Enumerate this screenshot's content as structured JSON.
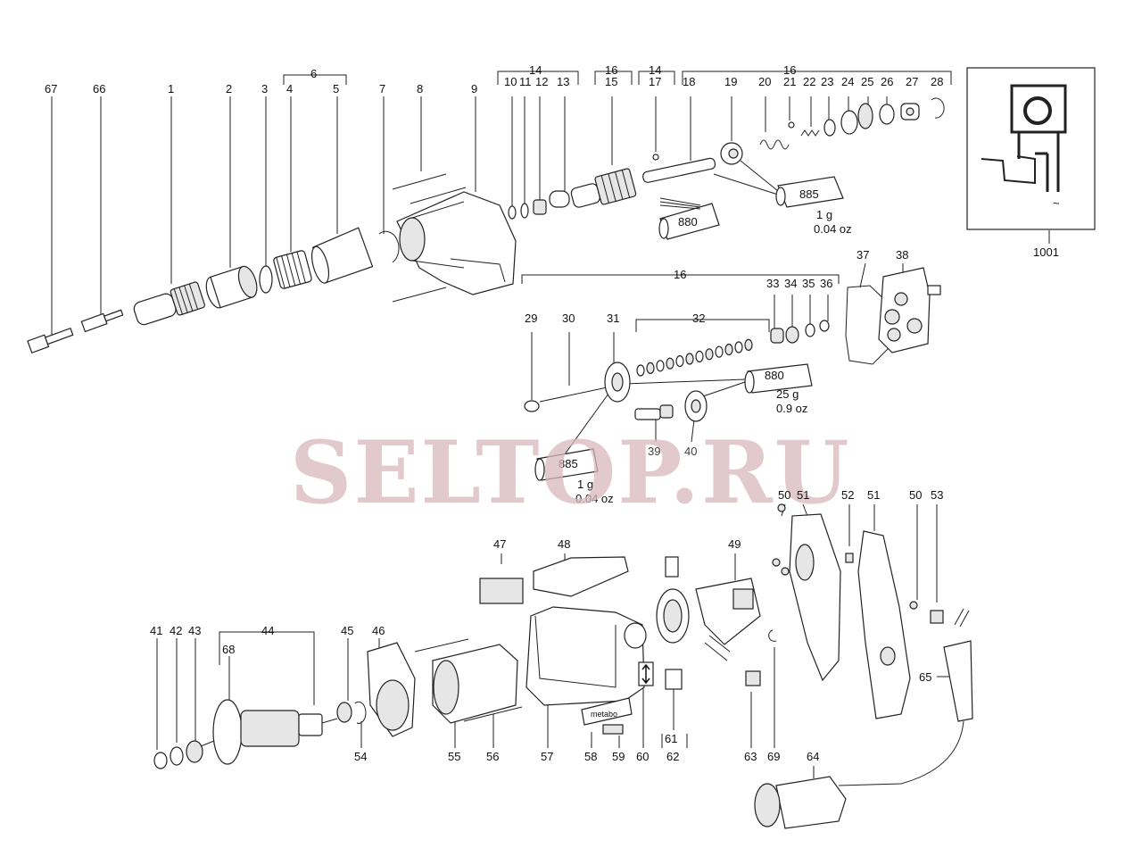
{
  "labels": [
    {
      "id": "67",
      "t": "67"
    },
    {
      "id": "66",
      "t": "66"
    },
    {
      "id": "1",
      "t": "1"
    },
    {
      "id": "2",
      "t": "2"
    },
    {
      "id": "3",
      "t": "3"
    },
    {
      "id": "6",
      "t": "6"
    },
    {
      "id": "4",
      "t": "4"
    },
    {
      "id": "5",
      "t": "5"
    },
    {
      "id": "7",
      "t": "7"
    },
    {
      "id": "8",
      "t": "8"
    },
    {
      "id": "9",
      "t": "9"
    },
    {
      "id": "14a",
      "t": "14"
    },
    {
      "id": "10",
      "t": "10"
    },
    {
      "id": "11",
      "t": "11"
    },
    {
      "id": "12",
      "t": "12"
    },
    {
      "id": "13",
      "t": "13"
    },
    {
      "id": "16a",
      "t": "16"
    },
    {
      "id": "15",
      "t": "15"
    },
    {
      "id": "14b",
      "t": "14"
    },
    {
      "id": "17",
      "t": "17"
    },
    {
      "id": "16b",
      "t": "16"
    },
    {
      "id": "18",
      "t": "18"
    },
    {
      "id": "19",
      "t": "19"
    },
    {
      "id": "20",
      "t": "20"
    },
    {
      "id": "21",
      "t": "21"
    },
    {
      "id": "22",
      "t": "22"
    },
    {
      "id": "23",
      "t": "23"
    },
    {
      "id": "24",
      "t": "24"
    },
    {
      "id": "25",
      "t": "25"
    },
    {
      "id": "26",
      "t": "26"
    },
    {
      "id": "27",
      "t": "27"
    },
    {
      "id": "28",
      "t": "28"
    },
    {
      "id": "1001",
      "t": "1001"
    },
    {
      "id": "16c",
      "t": "16"
    },
    {
      "id": "29",
      "t": "29"
    },
    {
      "id": "30",
      "t": "30"
    },
    {
      "id": "31",
      "t": "31"
    },
    {
      "id": "32",
      "t": "32"
    },
    {
      "id": "33",
      "t": "33"
    },
    {
      "id": "34",
      "t": "34"
    },
    {
      "id": "35",
      "t": "35"
    },
    {
      "id": "36",
      "t": "36"
    },
    {
      "id": "37",
      "t": "37"
    },
    {
      "id": "38",
      "t": "38"
    },
    {
      "id": "39",
      "t": "39"
    },
    {
      "id": "40",
      "t": "40"
    },
    {
      "id": "47",
      "t": "47"
    },
    {
      "id": "48",
      "t": "48"
    },
    {
      "id": "49",
      "t": "49"
    },
    {
      "id": "50a",
      "t": "50"
    },
    {
      "id": "51a",
      "t": "51"
    },
    {
      "id": "52",
      "t": "52"
    },
    {
      "id": "51b",
      "t": "51"
    },
    {
      "id": "50b",
      "t": "50"
    },
    {
      "id": "53",
      "t": "53"
    },
    {
      "id": "41",
      "t": "41"
    },
    {
      "id": "42",
      "t": "42"
    },
    {
      "id": "43",
      "t": "43"
    },
    {
      "id": "44",
      "t": "44"
    },
    {
      "id": "68",
      "t": "68"
    },
    {
      "id": "45",
      "t": "45"
    },
    {
      "id": "46",
      "t": "46"
    },
    {
      "id": "54",
      "t": "54"
    },
    {
      "id": "55",
      "t": "55"
    },
    {
      "id": "56",
      "t": "56"
    },
    {
      "id": "57",
      "t": "57"
    },
    {
      "id": "58",
      "t": "58"
    },
    {
      "id": "59",
      "t": "59"
    },
    {
      "id": "60",
      "t": "60"
    },
    {
      "id": "61",
      "t": "61"
    },
    {
      "id": "62",
      "t": "62"
    },
    {
      "id": "63",
      "t": "63"
    },
    {
      "id": "69",
      "t": "69"
    },
    {
      "id": "64",
      "t": "64"
    },
    {
      "id": "65",
      "t": "65"
    }
  ],
  "tubes": {
    "tube_885_top": {
      "code": "885",
      "qty": "1 g",
      "qty2": "0.04 oz"
    },
    "tube_880_top": {
      "code": "880"
    },
    "tube_880_mid": {
      "code": "880",
      "qty": "25 g",
      "qty2": "0.9 oz"
    },
    "tube_885_mid": {
      "code": "885",
      "qty": "1 g",
      "qty2": "0.04 oz"
    }
  },
  "watermark": "SELTOP.RU",
  "brand_plate": "metabo",
  "wiring_symbol": "~"
}
